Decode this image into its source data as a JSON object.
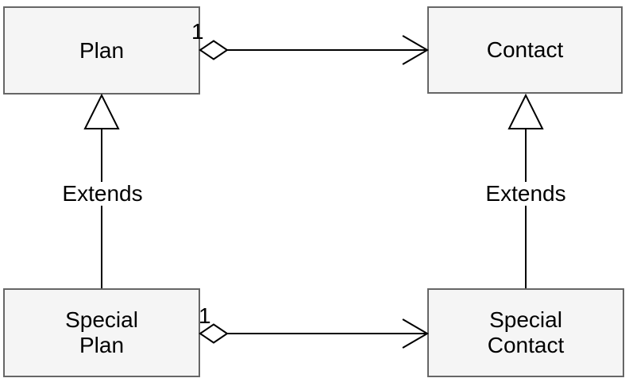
{
  "diagram": {
    "kind": "uml-class-diagram",
    "colors": {
      "background": "#ffffff",
      "node_fill": "#f5f5f5",
      "node_stroke": "#666666",
      "edge_color": "#000000",
      "text_color": "#000000"
    },
    "nodes": [
      {
        "id": "plan",
        "label": "Plan"
      },
      {
        "id": "contact",
        "label": "Contact"
      },
      {
        "id": "special-plan",
        "label": "Special\nPlan"
      },
      {
        "id": "special-contact",
        "label": "Special\nContact"
      }
    ],
    "edges": [
      {
        "id": "plan-contact",
        "from": "Plan",
        "to": "Contact",
        "type": "directed-aggregation",
        "source_marker": "hollow-diamond",
        "target_marker": "open-arrow",
        "multiplicity": "1"
      },
      {
        "id": "special-plan-special-contact",
        "from": "Special Plan",
        "to": "Special Contact",
        "type": "directed-aggregation",
        "source_marker": "hollow-diamond",
        "target_marker": "open-arrow",
        "multiplicity": "1"
      },
      {
        "id": "special-plan-plan",
        "from": "Special Plan",
        "to": "Plan",
        "type": "generalization",
        "target_marker": "hollow-triangle",
        "label": "Extends"
      },
      {
        "id": "special-contact-contact",
        "from": "Special Contact",
        "to": "Contact",
        "type": "generalization",
        "target_marker": "hollow-triangle",
        "label": "Extends"
      }
    ]
  }
}
